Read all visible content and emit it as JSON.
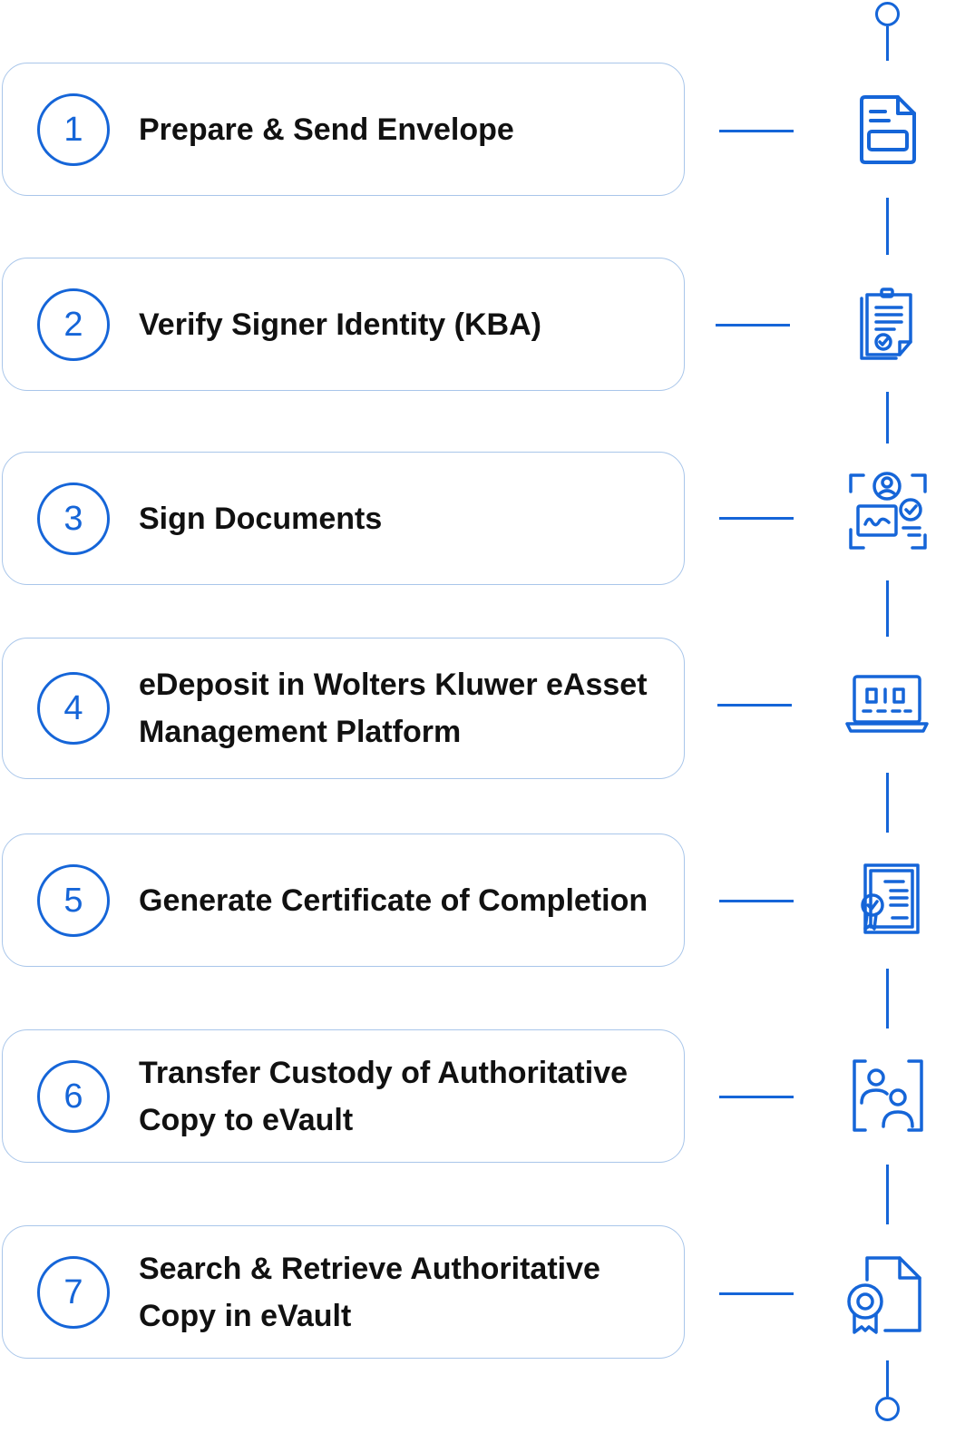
{
  "steps": [
    {
      "number": "1",
      "label": "Prepare & Send Envelope",
      "icon": "document-icon"
    },
    {
      "number": "2",
      "label": "Verify Signer Identity (KBA)",
      "icon": "checklist-clipboard-icon"
    },
    {
      "number": "3",
      "label": "Sign Documents",
      "icon": "identity-signature-scan-icon"
    },
    {
      "number": "4",
      "label": "eDeposit in Wolters Kluwer eAsset Management Platform",
      "icon": "laptop-data-icon"
    },
    {
      "number": "5",
      "label": "Generate Certificate of Completion",
      "icon": "certificate-icon"
    },
    {
      "number": "6",
      "label": "Transfer Custody of Authoritative Copy to eVault",
      "icon": "users-transfer-icon"
    },
    {
      "number": "7",
      "label": "Search & Retrieve Authoritative Copy in eVault",
      "icon": "certified-document-icon"
    }
  ],
  "colors": {
    "accent": "#1565d8",
    "border": "#a9c6ea",
    "text": "#111111"
  }
}
